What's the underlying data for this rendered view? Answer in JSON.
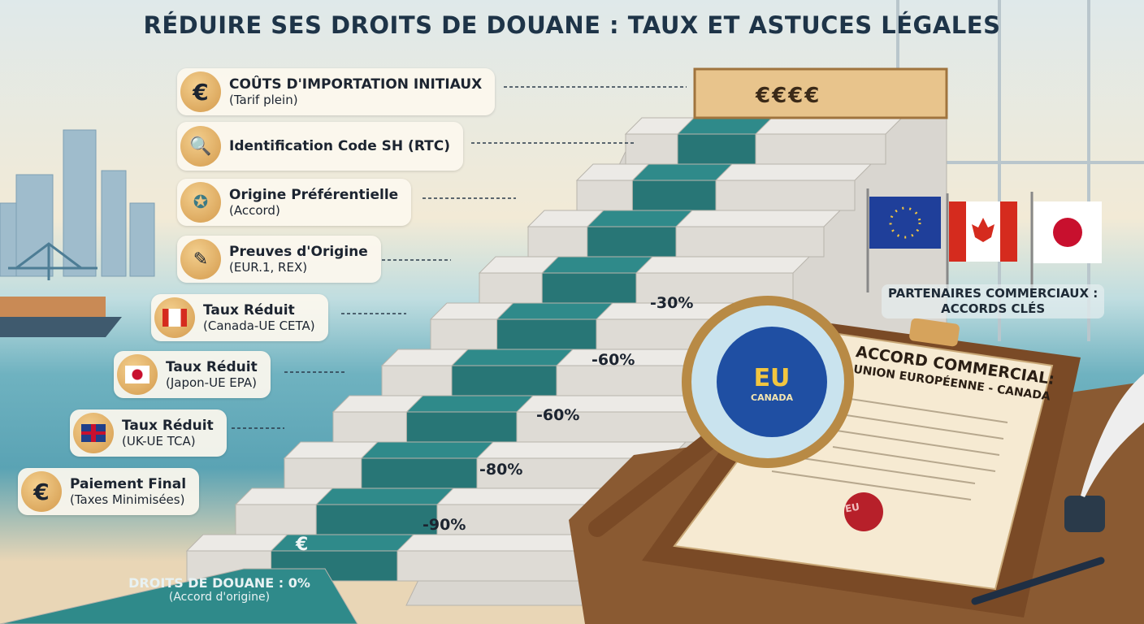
{
  "title": "RÉDUIRE SES DROITS DE DOUANE : TAUX ET ASTUCES LÉGALES",
  "steps": [
    {
      "title": "COÛTS D'IMPORTATION INITIAUX",
      "subtitle": "(Tarif plein)",
      "icon": "euro-icon"
    },
    {
      "title": "Identification Code SH (RTC)",
      "subtitle": "",
      "icon": "document-search-icon"
    },
    {
      "title": "Origine Préférentielle",
      "subtitle": "(Accord)",
      "icon": "rosette-badge-icon"
    },
    {
      "title": "Preuves d'Origine",
      "subtitle": "(EUR.1, REX)",
      "icon": "document-pen-icon"
    },
    {
      "title": "Taux Réduit",
      "subtitle": "(Canada-UE CETA)",
      "icon": "canada-flag-icon"
    },
    {
      "title": "Taux Réduit",
      "subtitle": "(Japon-UE EPA)",
      "icon": "japan-flag-icon"
    },
    {
      "title": "Taux Réduit",
      "subtitle": "(UK-UE TCA)",
      "icon": "uk-flag-icon"
    },
    {
      "title": "Paiement Final",
      "subtitle": "(Taxes Minimisées)",
      "icon": "euro-icon"
    }
  ],
  "top_block": "€€€€",
  "reductions": [
    "-30%",
    "-60%",
    "-60%",
    "-80%",
    "-90%"
  ],
  "bottom_euro": "€",
  "result": {
    "title": "DROITS DE DOUANE : 0%",
    "subtitle": "(Accord d'origine)"
  },
  "partners": {
    "line1": "PARTENAIRES COMMERCIAUX :",
    "line2": "ACCORDS CLÉS",
    "flags": [
      "eu-flag",
      "canada-flag",
      "japan-flag"
    ]
  },
  "magnifier": {
    "line1": "EU",
    "line2": "CANADA"
  },
  "document": {
    "title": "ACCORD COMMERCIAL:",
    "subtitle": "UNION EUROPÉENNE - CANADA",
    "seal": "EU"
  },
  "colors": {
    "title": "#1e3448",
    "carpet": "#2f8a8a",
    "marble": "#eceae6",
    "gold": "#d9a35a",
    "wood": "#8a5a32"
  }
}
